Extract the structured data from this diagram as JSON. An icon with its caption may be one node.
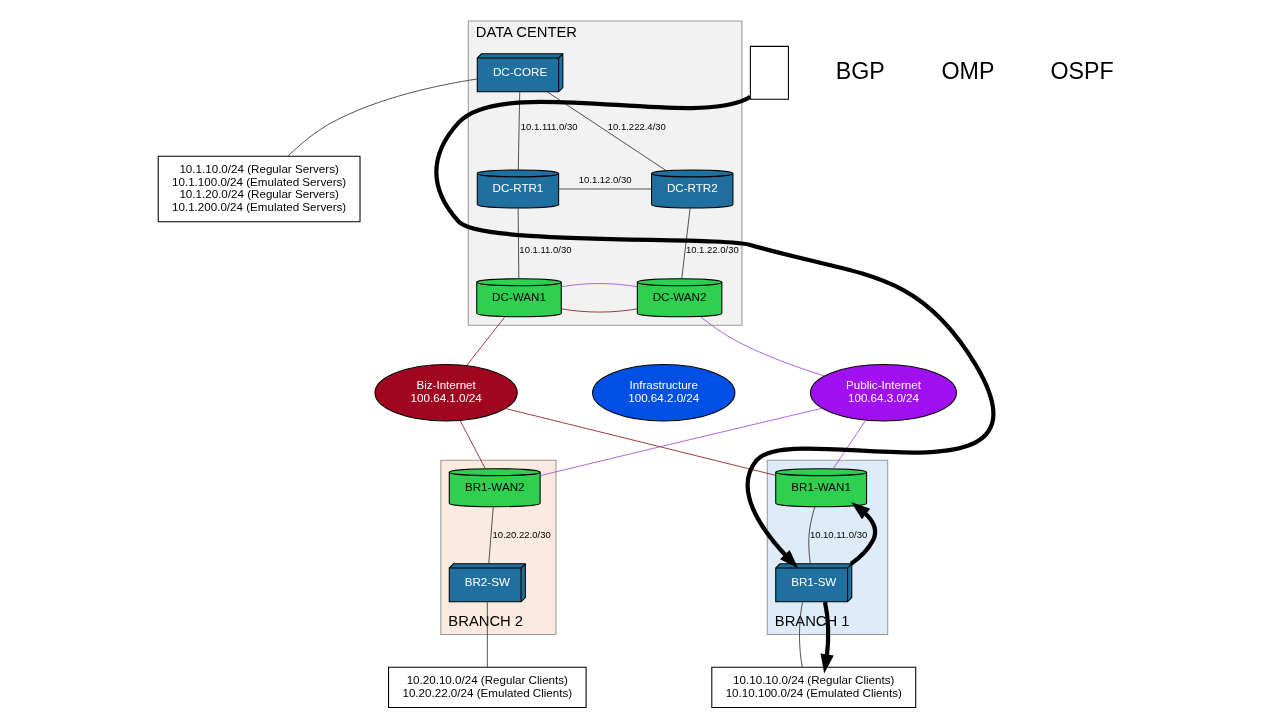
{
  "diagram": {
    "nodes": [
      {
        "text": [
          "DATA CENTER"
        ]
      },
      {
        "text": [
          "DC-CORE"
        ],
        "in": 0
      },
      {
        "text": [
          "DC-RTR1"
        ],
        "in": 0
      },
      {
        "text": [
          "DC-RTR2"
        ],
        "in": 0
      },
      {
        "text": [
          "DC-WAN1"
        ],
        "in": 0
      },
      {
        "text": [
          "DC-WAN2"
        ],
        "in": 0
      },
      {
        "text": [
          "10.1.10.0/24 (Regular Servers)",
          "10.1.100.0/24 (Emulated Servers)",
          "10.1.20.0/24 (Regular Servers)",
          "10.1.200.0/24 (Emulated Servers)"
        ]
      },
      {
        "text": [
          "Biz-Internet",
          "100.64.1.0/24"
        ]
      },
      {
        "text": [
          "Infrastructure",
          "100.64.2.0/24"
        ]
      },
      {
        "text": [
          "Public-Internet",
          "100.64.3.0/24"
        ]
      },
      {
        "text": [
          "BRANCH 1"
        ]
      },
      {
        "text": [
          "BR1-WAN1"
        ],
        "in": 10
      },
      {
        "text": [
          "BR1-SW"
        ],
        "in": 10
      },
      {
        "text": [
          "10.10.10.0/24 (Regular Clients)",
          "10.10.100.0/24 (Emulated Clients)"
        ]
      },
      {
        "text": [
          "BRANCH 2"
        ]
      },
      {
        "text": [
          "BR1-WAN2"
        ],
        "in": 14
      },
      {
        "text": [
          "BR2-SW"
        ],
        "in": 14
      },
      {
        "text": [
          "10.20.10.0/24 (Regular Clients)",
          "10.20.22.0/24 (Emulated Clients)"
        ]
      },
      {
        "text": [],
        "shape": "box"
      }
    ],
    "edges": [
      {
        "from": 1,
        "to": 2,
        "arrow": "none",
        "label": "10.1.111.0/30"
      },
      {
        "from": 1,
        "to": 3,
        "arrow": "none",
        "label": "10.1.222.4/30"
      },
      {
        "from": 2,
        "to": 3,
        "arrow": "none",
        "label": "10.1.12.0/30"
      },
      {
        "from": 2,
        "to": 4,
        "arrow": "none",
        "label": "10.1.11.0/30"
      },
      {
        "from": 3,
        "to": 5,
        "arrow": "none",
        "label": "10.1.22.0/30"
      },
      {
        "from": 4,
        "to": 5,
        "arrow": "none",
        "color": "#8b1a1a"
      },
      {
        "from": 4,
        "to": 5,
        "arrow": "none",
        "color": "#9b4dd6"
      },
      {
        "from": 1,
        "to": 6,
        "arrow": "none"
      },
      {
        "from": 4,
        "to": 7,
        "arrow": "none",
        "color": "#8b1a1a"
      },
      {
        "from": 5,
        "to": 9,
        "arrow": "none",
        "color": "#9b4dd6"
      },
      {
        "from": 7,
        "to": 11,
        "arrow": "none",
        "color": "#8b1a1a"
      },
      {
        "from": 7,
        "to": 15,
        "arrow": "none",
        "color": "#8b1a1a"
      },
      {
        "from": 9,
        "to": 11,
        "arrow": "none",
        "color": "#9b4dd6"
      },
      {
        "from": 9,
        "to": 15,
        "arrow": "none",
        "color": "#9b4dd6"
      },
      {
        "from": 11,
        "to": 12,
        "arrow": "none",
        "label": "10.10.11.0/30"
      },
      {
        "from": 12,
        "to": 13,
        "arrow": "none"
      },
      {
        "from": 15,
        "to": 16,
        "arrow": "none",
        "label": "10.20.22.0/30"
      },
      {
        "from": 16,
        "to": 17,
        "arrow": "none"
      },
      {
        "from": 12,
        "to": 13,
        "arrow": "to",
        "style": "thick"
      },
      {
        "from": 12,
        "to": 11,
        "arrow": "to",
        "style": "thick"
      },
      {
        "from": 18,
        "to": 12,
        "arrow": "to",
        "style": "thick"
      }
    ],
    "labels": [
      "BGP",
      "OMP",
      "OSPF"
    ]
  }
}
